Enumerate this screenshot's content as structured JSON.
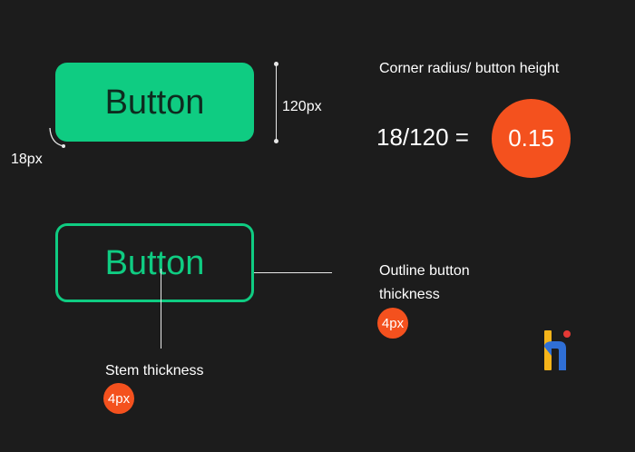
{
  "filled_button": {
    "label": "Button"
  },
  "outline_button": {
    "label": "Button"
  },
  "height_annotation": {
    "value": "120px"
  },
  "radius_annotation": {
    "value": "18px"
  },
  "ratio": {
    "title": "Corner radius/ button height",
    "formula": "18/120 =",
    "result": "0.15"
  },
  "outline_thickness": {
    "label": "Outline button thickness",
    "value": "4px"
  },
  "stem_thickness": {
    "label": "Stem thickness",
    "value": "4px"
  },
  "logo": {
    "name": "hi-logo-icon"
  },
  "colors": {
    "background": "#1c1c1c",
    "primary_green": "#0fcc82",
    "accent_orange": "#f4511e",
    "text": "#ffffff"
  }
}
